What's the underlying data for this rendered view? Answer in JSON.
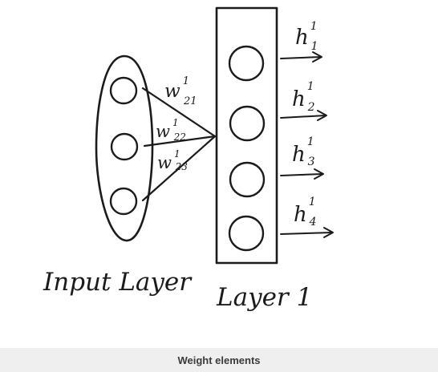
{
  "diagram": {
    "input_layer_label": "Input Layer",
    "layer1_label": "Layer 1",
    "weights": {
      "w21": {
        "base": "w",
        "sup": "1",
        "sub": "21"
      },
      "w22": {
        "base": "w",
        "sup": "1",
        "sub": "22"
      },
      "w23": {
        "base": "w",
        "sup": "1",
        "sub": "23"
      }
    },
    "outputs": [
      {
        "base": "h",
        "sup": "1",
        "sub": "1"
      },
      {
        "base": "h",
        "sup": "1",
        "sub": "2"
      },
      {
        "base": "h",
        "sup": "1",
        "sub": "3"
      },
      {
        "base": "h",
        "sup": "1",
        "sub": "4"
      }
    ],
    "ink_color": "#1b1b1b"
  },
  "caption": {
    "text": "Weight elements",
    "background": "#efefef"
  }
}
